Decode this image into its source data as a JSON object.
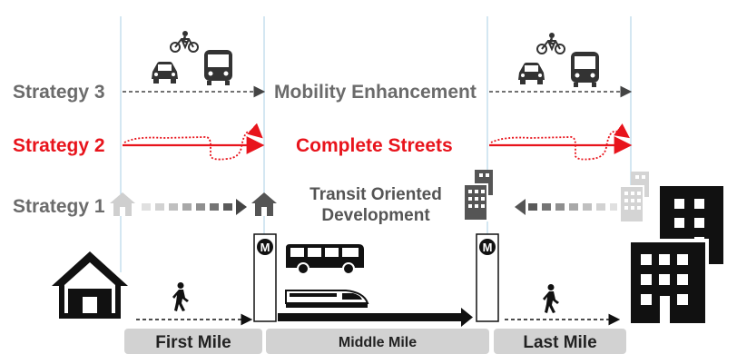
{
  "strategies": {
    "s3": {
      "label": "Strategy 3",
      "center": "Mobility Enhancement"
    },
    "s2": {
      "label": "Strategy 2",
      "center": "Complete Streets"
    },
    "s1": {
      "label": "Strategy 1",
      "center_line1": "Transit Oriented",
      "center_line2": "Development"
    }
  },
  "segments": {
    "first": "First Mile",
    "middle": "Middle Mile",
    "last": "Last Mile"
  },
  "station_marker": "M",
  "colors": {
    "gray_text": "#6b6b6b",
    "red": "#e8141c",
    "black": "#111111",
    "light_gray": "#c9c9c9",
    "divider_blue": "#a9cfe6",
    "segment_bar": "#d2d2d2"
  },
  "icons": [
    "house-icon",
    "office-building-icon",
    "bicycle-icon",
    "car-icon",
    "bus-icon",
    "train-icon",
    "pedestrian-icon",
    "metro-station-icon"
  ]
}
